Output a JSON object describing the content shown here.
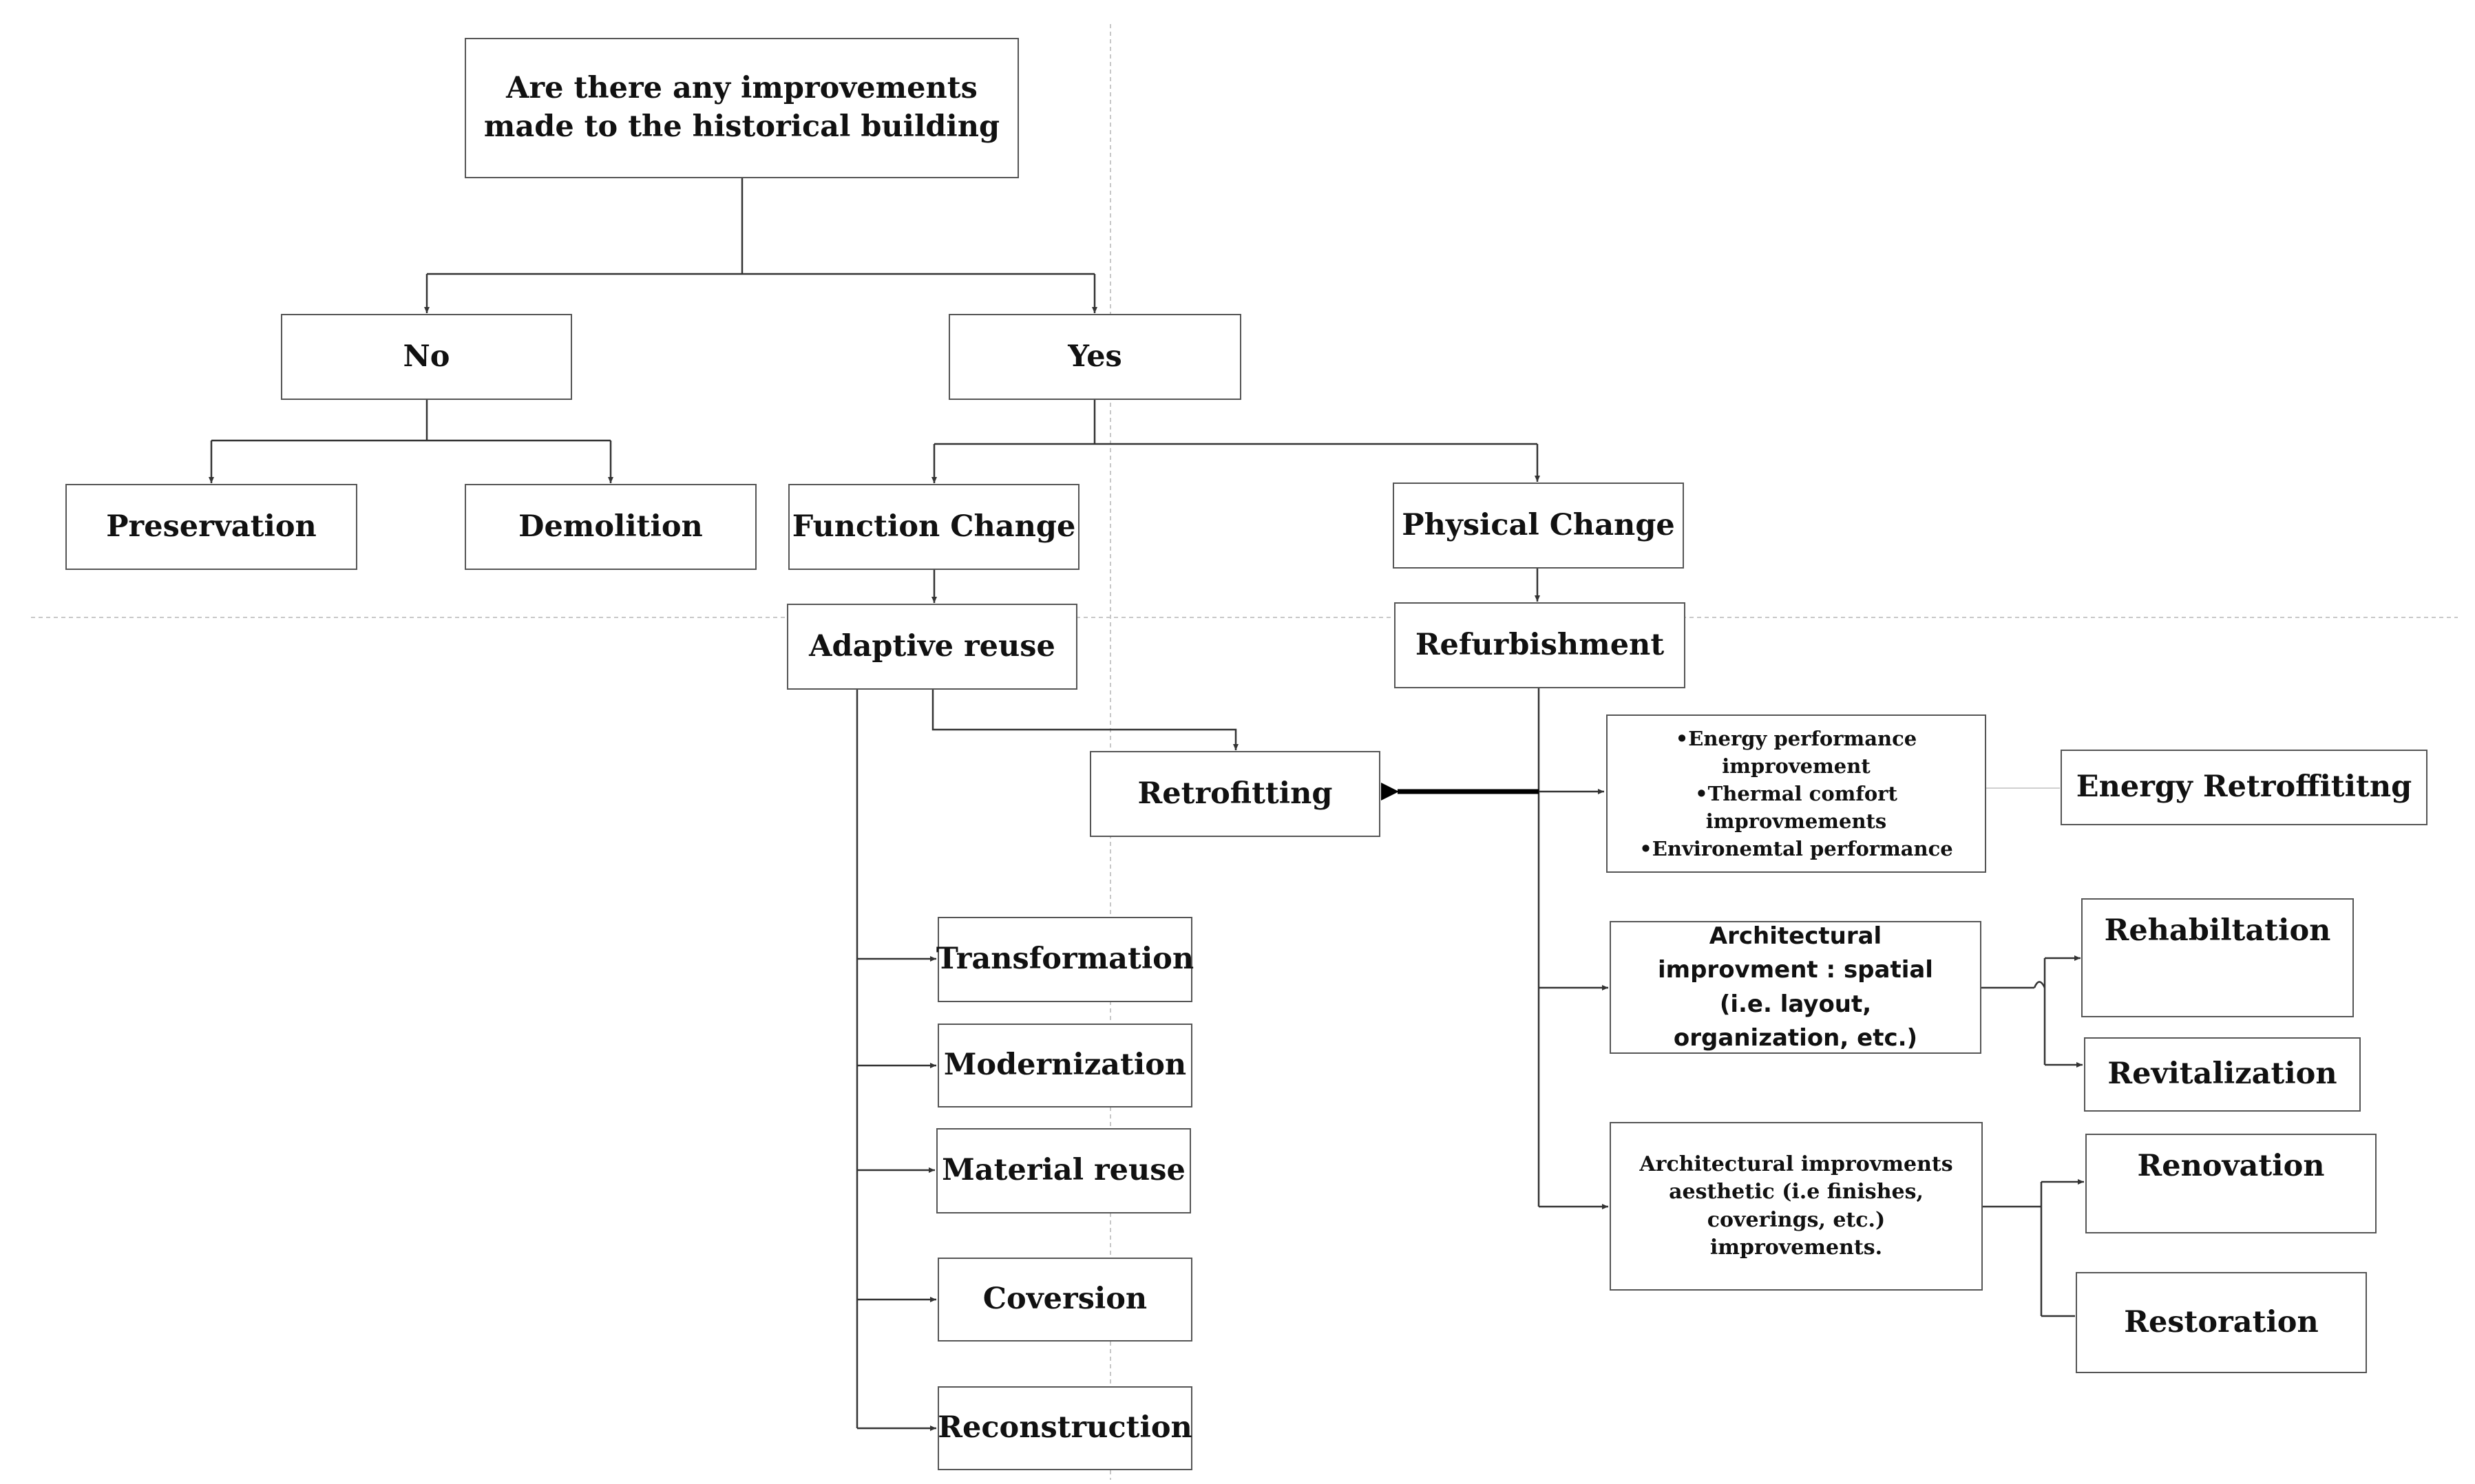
{
  "nodes": {
    "question": "Are there any improvements made to the historical building",
    "no": "No",
    "yes": "Yes",
    "preservation": "Preservation",
    "demolition": "Demolition",
    "function_change": "Function Change",
    "physical_change": "Physical Change",
    "adaptive_reuse": "Adaptive reuse",
    "refurbishment": "Refurbishment",
    "retrofitting": "Retrofitting",
    "energy_items": [
      "•Energy performance",
      "improvement",
      "•Thermal comfort",
      "improvmements",
      "•Environemtal  performance"
    ],
    "energy_retrofitting": "Energy Retroffititng",
    "arch_spatial": "Architectural improvment : spatial (i.e. layout, organization, etc.)",
    "arch_aesthetic": "Architectural improvments aesthetic (i.e finishes, coverings, etc.) improvements.",
    "rehabilitation": "Rehabiltation",
    "revitalization": "Revitalization",
    "renovation": "Renovation",
    "restoration": "Restoration",
    "transformation": "Transformation",
    "modernization": "Modernization",
    "material_reuse": "Material reuse",
    "conversion": "Coversion",
    "reconstruction": "Reconstruction"
  }
}
